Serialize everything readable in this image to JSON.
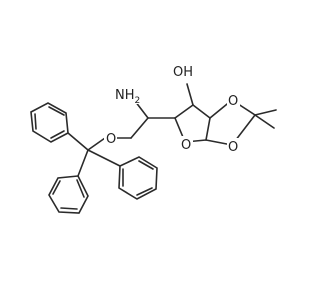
{
  "molecule": {
    "atom_labels": {
      "hydroxyl": "OH",
      "amine": "NH",
      "amine_subscript": "2",
      "ether_oxygen": "O",
      "furanose_oxygen": "O",
      "dioxolane_oxygen_top": "O",
      "dioxolane_oxygen_bottom": "O"
    },
    "colors": {
      "bond": "#2b2b2b",
      "text": "#222222",
      "background": "#ffffff"
    }
  }
}
